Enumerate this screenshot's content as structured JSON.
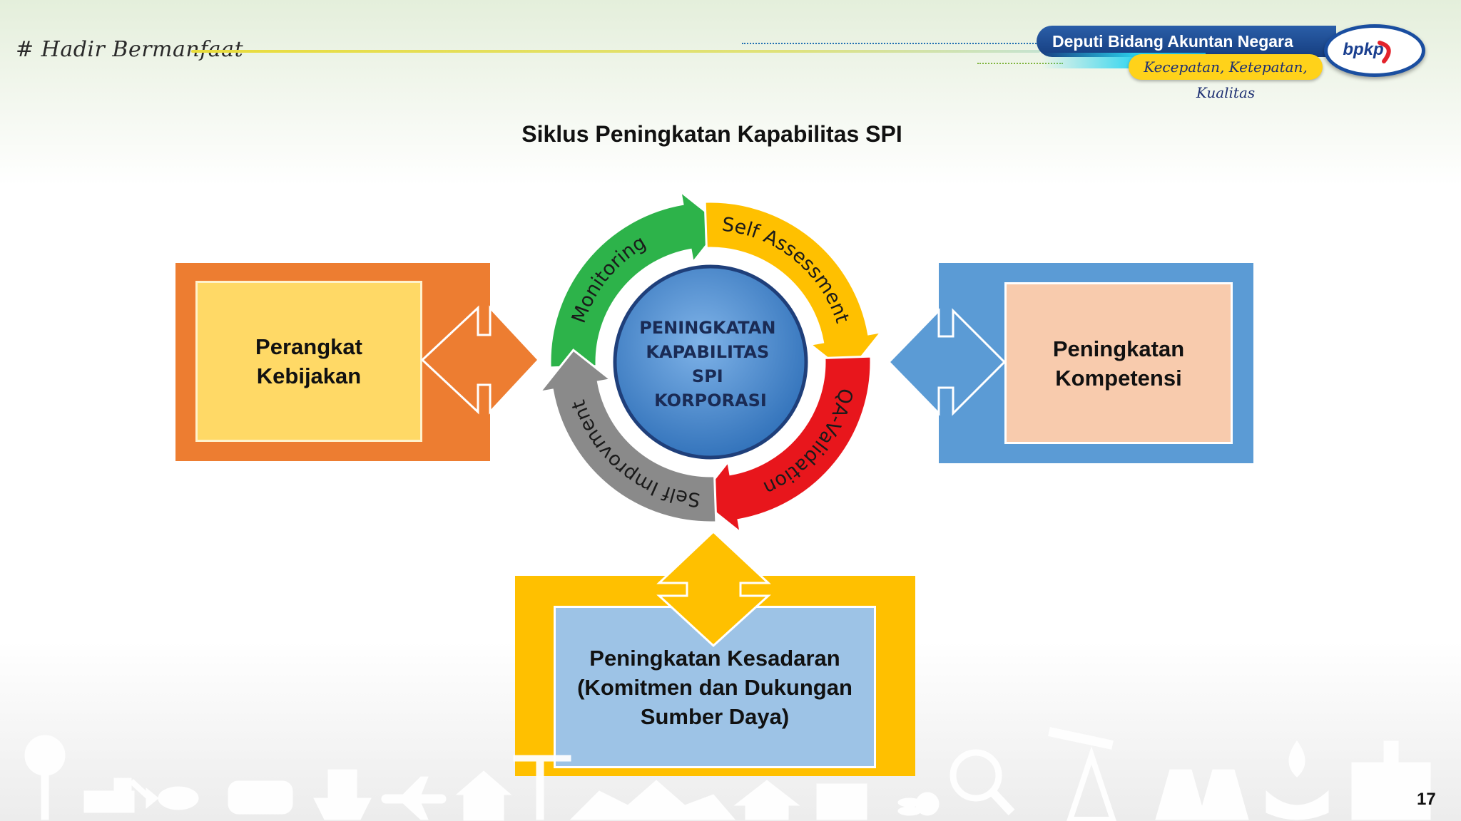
{
  "header": {
    "tagline": "# Hadir Bermanfaat",
    "banner": "Deputi Bidang Akuntan Negara",
    "motto": "Kecepatan, Ketepatan, Kualitas",
    "logo_text": "bpkp"
  },
  "title": "Siklus Peningkatan Kapabilitas SPI",
  "cycle": {
    "center_lines": [
      "PENINGKATAN",
      "KAPABILITAS",
      "SPI",
      "KORPORASI"
    ],
    "segments": [
      {
        "label": "Monitoring",
        "color": "#2db34a"
      },
      {
        "label": "Self Assessment",
        "color": "#ffc000"
      },
      {
        "label": "QA-Validation",
        "color": "#e8161c"
      },
      {
        "label": "Self Improvment",
        "color": "#8a8a8a"
      }
    ]
  },
  "boxes": {
    "left": {
      "line1": "Perangkat",
      "line2": "Kebijakan",
      "outer_color": "#ed7d31",
      "inner_color": "#ffd966"
    },
    "right": {
      "line1": "Peningkatan",
      "line2": "Kompetensi",
      "outer_color": "#5b9bd5",
      "inner_color": "#f8cbad"
    },
    "bottom": {
      "line1": "Peningkatan Kesadaran",
      "line2": "(Komitmen dan Dukungan",
      "line3": "Sumber Daya)",
      "outer_color": "#ffc000",
      "inner_color": "#9dc3e6"
    }
  },
  "footer_icons": [
    "tree-icon",
    "excavator-icon",
    "fish-icon",
    "train-icon",
    "ship-icon",
    "airplane-icon",
    "house-icon",
    "crane-icon",
    "mosque-skyline-icon",
    "temple-icon",
    "government-building-icon",
    "coins-icon",
    "magnifier-icon",
    "oil-pump-icon",
    "factory-icon",
    "water-hand-icon",
    "hospital-icon"
  ],
  "page_number": "17"
}
